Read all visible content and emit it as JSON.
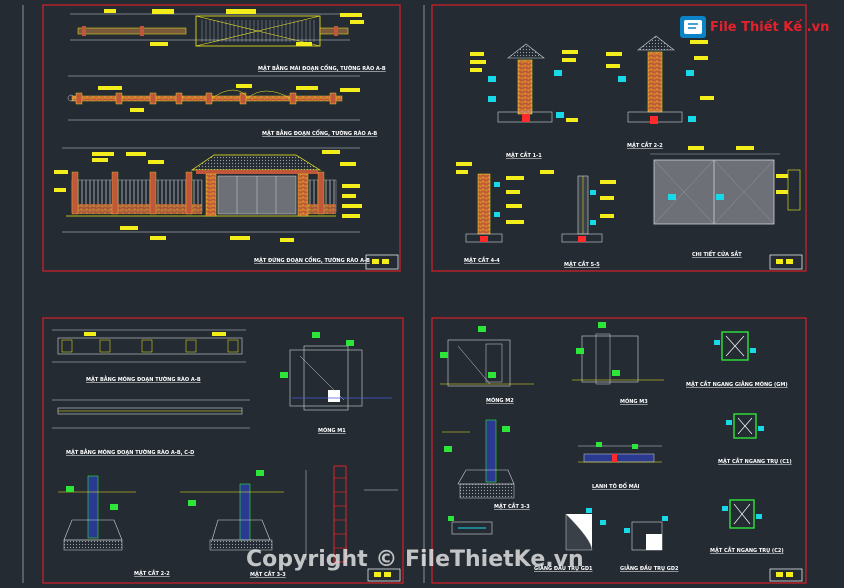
{
  "logo": {
    "text": "File Thiết Kế .vn"
  },
  "watermark": {
    "text": "Copyright © FileThietKe.vn"
  },
  "colors": {
    "background": "#242b33",
    "frame": "#d8202a",
    "label": "#f3ee1b",
    "line": "#f3ee1b",
    "accent_green": "#2ee63a",
    "accent_cyan": "#18d9e8",
    "accent_red": "#ff2a2a",
    "text_white": "#ffffff"
  },
  "sheets": {
    "top_left": {
      "titles": [
        "MẶT BẰNG MÁI ĐOẠN CỔNG, TƯỜNG RÀO A-B",
        "MẶT BẰNG ĐOẠN CỔNG, TƯỜNG RÀO A-B",
        "MẶT ĐỨNG ĐOẠN CỔNG, TƯỜNG RÀO A-B"
      ]
    },
    "top_right": {
      "titles": [
        "MẶT CẮT 1-1",
        "MẶT CẮT 2-2",
        "MẶT CẮT 4-4",
        "MẶT CẮT 5-5",
        "CHI TIẾT CỬA SẮT"
      ]
    },
    "bottom_left": {
      "titles": [
        "MẶT BẰNG MÓNG ĐOẠN TƯỜNG RÀO A-B",
        "MẶT BẰNG MÓNG ĐOẠN TƯỜNG RÀO A-B, C-D",
        "MÓNG M1",
        "MẶT CẮT 2-2",
        "MẶT CẮT 3-3"
      ]
    },
    "bottom_right": {
      "titles": [
        "MÓNG M2",
        "MÓNG M3",
        "MẶT CẮT NGANG GIẰNG MÓNG (GM)",
        "MẶT CẮT NGANG TRỤ (C1)",
        "LANH TÔ ĐỔ MÁI",
        "MẶT CẮT NGANG TRỤ (C2)",
        "GIẰNG ĐẦU TRỤ GD1",
        "GIẰNG ĐẦU TRỤ GD2",
        "MẶT CẮT 3-3"
      ]
    }
  }
}
